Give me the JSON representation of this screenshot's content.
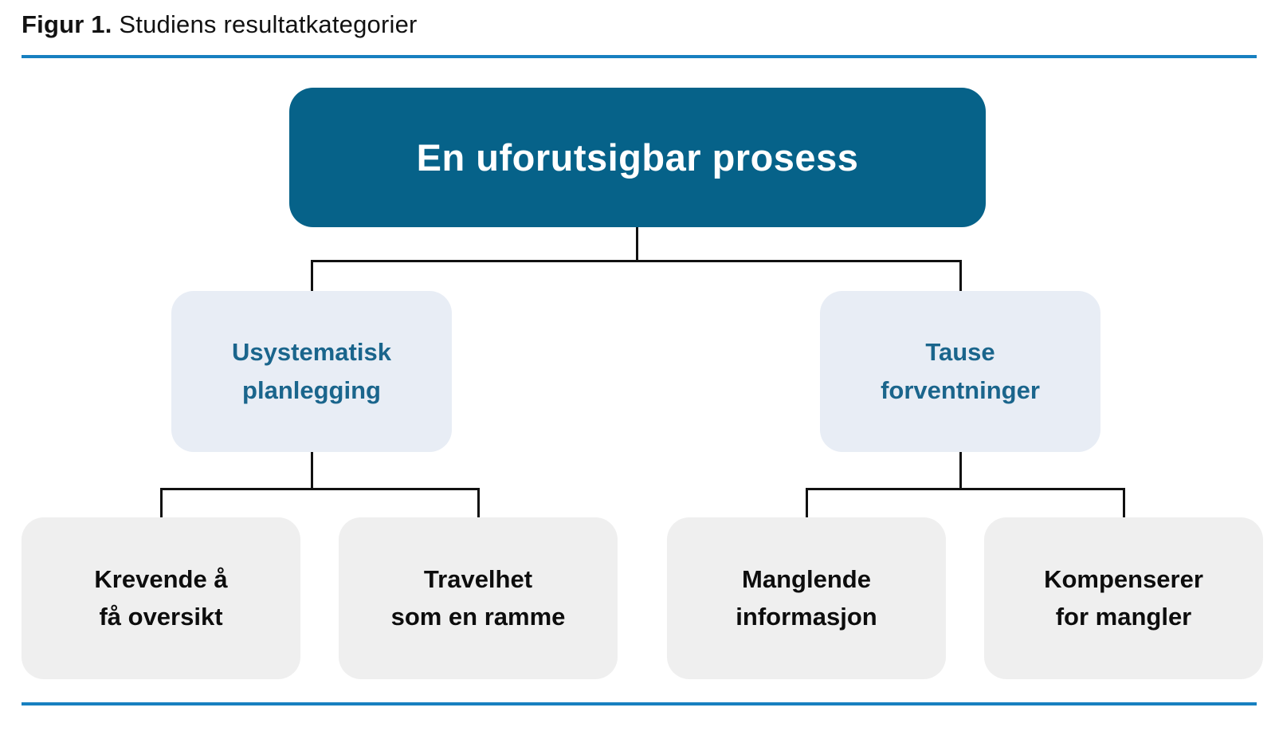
{
  "figure": {
    "label": "Figur 1.",
    "caption": "Studiens resultatkategorier"
  },
  "colors": {
    "title_text": "#121212",
    "rule_blue": "#1780c0",
    "root_fill": "#066289",
    "root_text": "#ffffff",
    "branch_fill": "#e8edf5",
    "branch_text": "#1a658c",
    "leaf_fill": "#efefef",
    "leaf_text": "#0d0d0d",
    "connector": "#111111"
  },
  "tree": {
    "root": {
      "label": "En uforutsigbar prosess"
    },
    "branches": [
      {
        "label": "Usystematisk\nplanlegging",
        "leaves": [
          {
            "label": "Krevende å\nfå oversikt"
          },
          {
            "label": "Travelhet\nsom en ramme"
          }
        ]
      },
      {
        "label": "Tause\nforventninger",
        "leaves": [
          {
            "label": "Manglende\ninformasjon"
          },
          {
            "label": "Kompenserer\nfor mangler"
          }
        ]
      }
    ]
  }
}
